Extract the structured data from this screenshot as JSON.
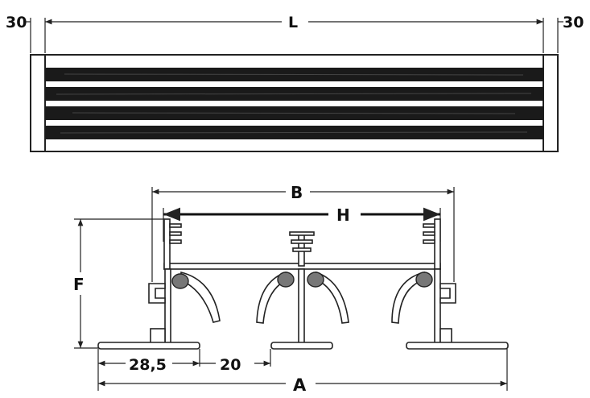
{
  "top_view": {
    "left_end_label": "30",
    "length_label": "L",
    "right_end_label": "30",
    "slat_count": 4
  },
  "section_view": {
    "width_b_label": "B",
    "width_h_label": "H",
    "height_f_label": "F",
    "flange_label": "28,5",
    "gap_label": "20",
    "overall_a_label": "A"
  }
}
